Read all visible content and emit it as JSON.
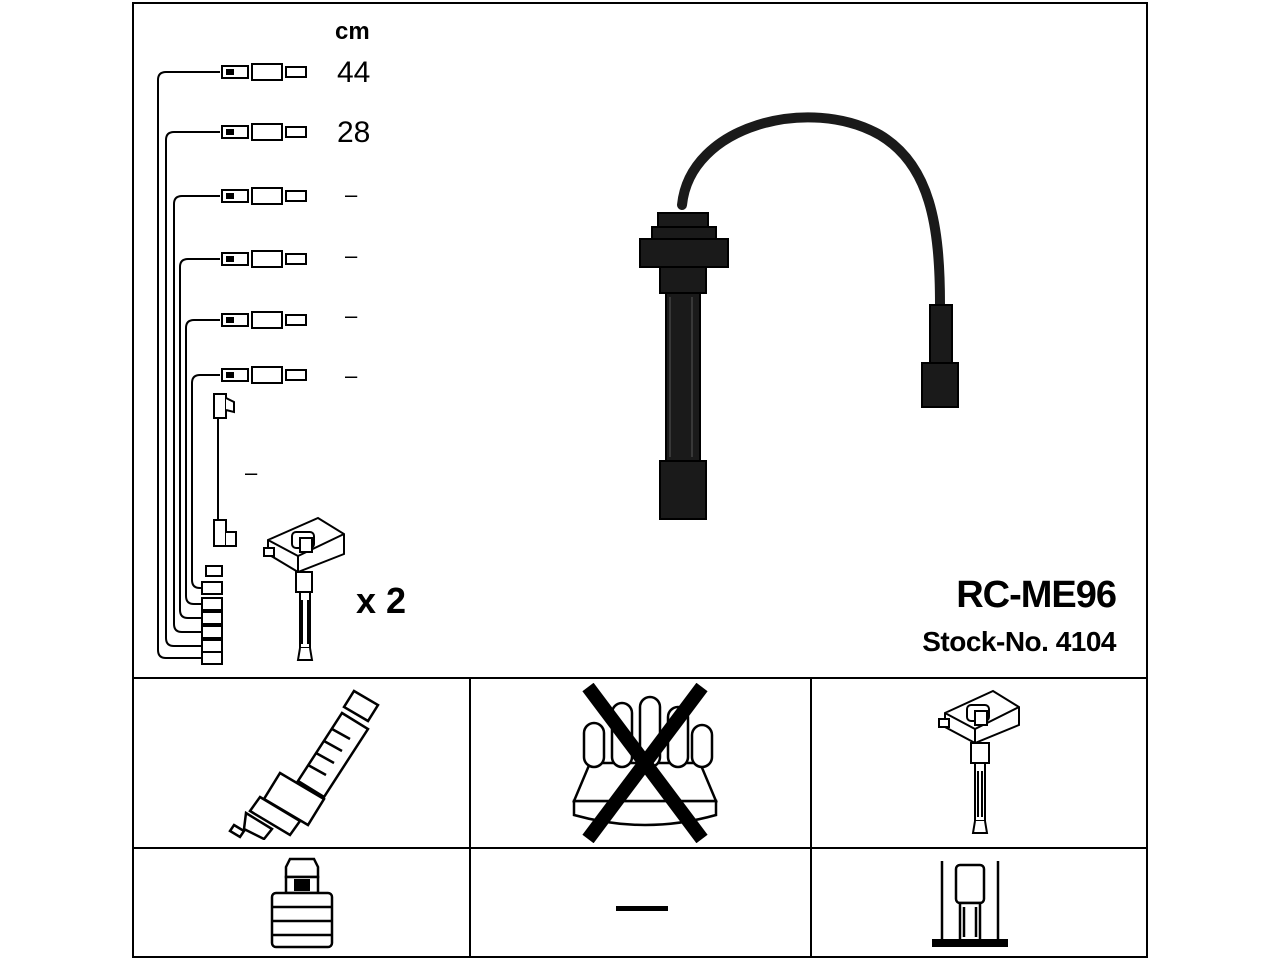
{
  "header": {
    "unit_label": "cm"
  },
  "cable_lengths": [
    {
      "value": "44"
    },
    {
      "value": "28"
    },
    {
      "value": "–"
    },
    {
      "value": "–"
    },
    {
      "value": "–"
    },
    {
      "value": "–"
    },
    {
      "value": "–"
    }
  ],
  "quantity_label": "x 2",
  "product": {
    "model": "RC-ME96",
    "stock": "Stock-No. 4104"
  },
  "icons": [
    "spark-plug-icon",
    "distributor-cap-crossed-icon",
    "ignition-coil-icon",
    "plug-connector-icon",
    "dash-icon",
    "coil-connector-icon"
  ],
  "colors": {
    "line": "#000000",
    "cable": "#1a1a1a",
    "background": "#ffffff"
  }
}
